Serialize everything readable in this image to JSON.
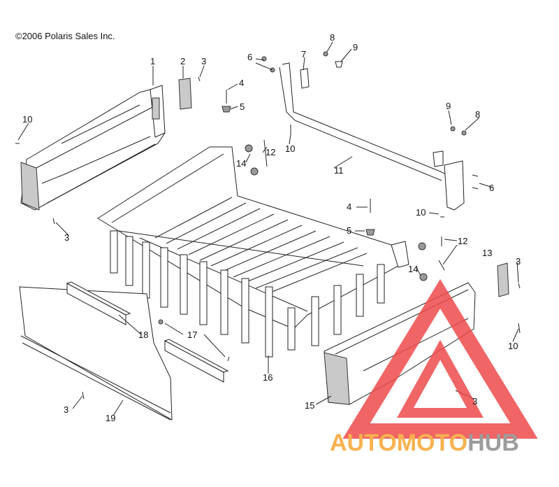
{
  "copyright": "©2006 Polaris Sales Inc.",
  "callouts": {
    "c1": "1",
    "c2": "2",
    "c3a": "3",
    "c4a": "4",
    "c5a": "5",
    "c6a": "6",
    "c7": "7",
    "c8a": "8",
    "c9a": "9",
    "c9b": "9",
    "c8b": "8",
    "c10a": "10",
    "c10b": "10",
    "c14a": "14",
    "c12a": "12",
    "c3b": "3",
    "c11": "11",
    "c6b": "6",
    "c4b": "4",
    "c10c": "10",
    "c5b": "5",
    "c12b": "12",
    "c14b": "14",
    "c13": "13",
    "c3c": "3",
    "c18": "18",
    "c17": "17",
    "c10d": "10",
    "c16": "16",
    "c3d": "3",
    "c19": "19",
    "c15": "15",
    "c3e": "3"
  },
  "watermark": {
    "part1": "AUTO",
    "part2": "MOTO",
    "part3": "HUB",
    "color_primary": "#f6a531",
    "color_secondary": "#8b8b8b",
    "triangle_color": "#ee4b4b"
  }
}
